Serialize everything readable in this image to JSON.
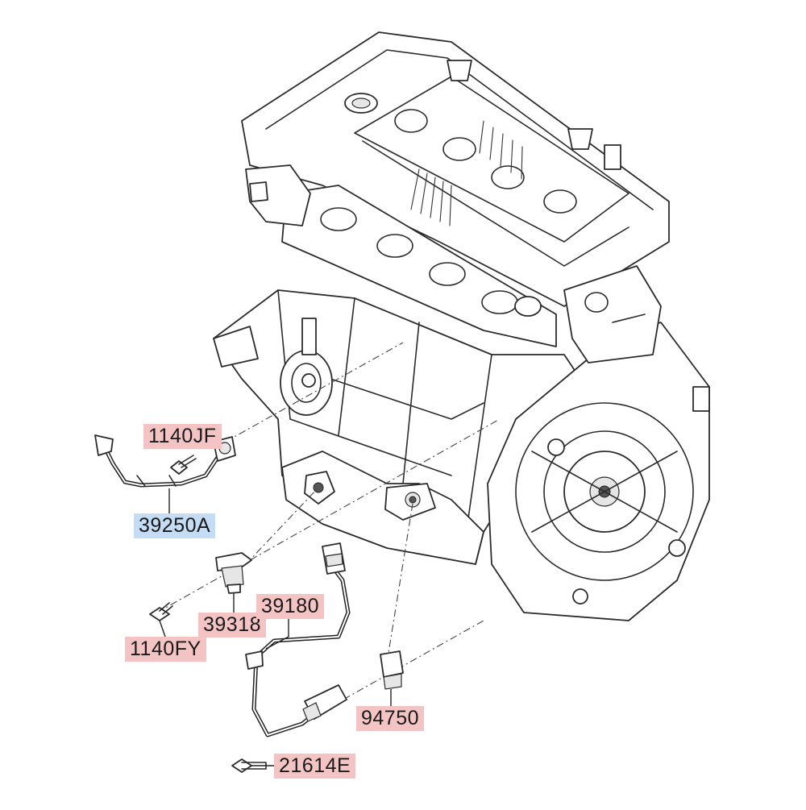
{
  "colors": {
    "callout_red": "#f4c4c4",
    "callout_blue": "#c4dcf4",
    "line": "#2b2b2b"
  },
  "callouts": [
    {
      "id": "1140JF",
      "label": "1140JF",
      "color": "callout_red"
    },
    {
      "id": "39250A",
      "label": "39250A",
      "color": "callout_blue"
    },
    {
      "id": "39318",
      "label": "39318",
      "color": "callout_red"
    },
    {
      "id": "39180",
      "label": "39180",
      "color": "callout_red"
    },
    {
      "id": "1140FY",
      "label": "1140FY",
      "color": "callout_red"
    },
    {
      "id": "94750",
      "label": "94750",
      "color": "callout_red"
    },
    {
      "id": "21614E",
      "label": "21614E",
      "color": "callout_red"
    }
  ]
}
